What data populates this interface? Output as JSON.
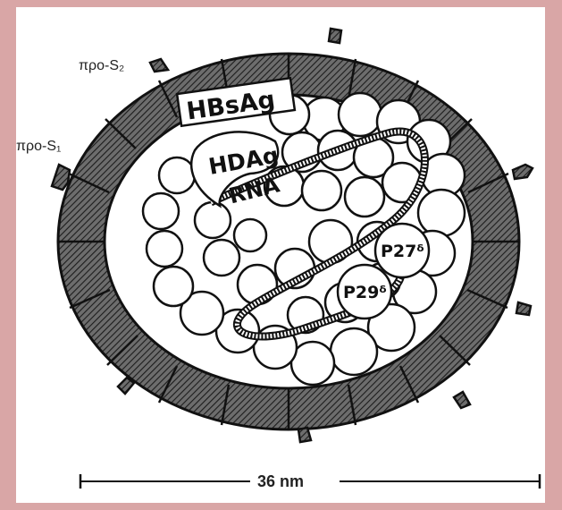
{
  "labels": {
    "pre_s2": "πρo-S₂",
    "pre_s1": "πρo-S₁",
    "hbsag": "HBsAg",
    "hdag": "HDAg",
    "rna": "RNA",
    "p27": "P27ᵟ",
    "p29": "P29ᵟ"
  },
  "scale": {
    "label": "36 nm"
  },
  "colors": {
    "background": "#d9a6a6",
    "panel": "#ffffff",
    "ink": "#1a1a1a"
  }
}
